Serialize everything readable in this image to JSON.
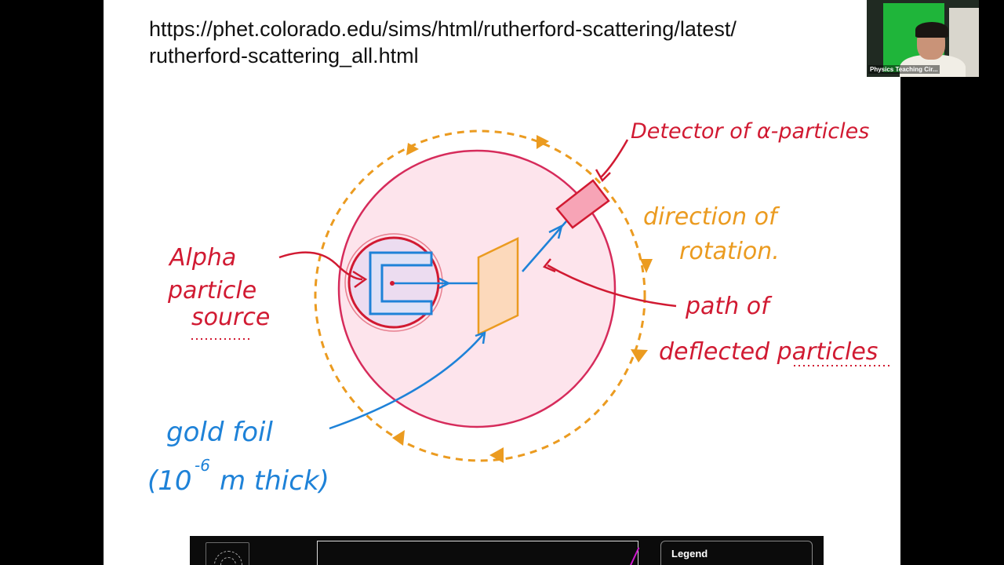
{
  "slide": {
    "url_line1": "https://phet.colorado.edu/sims/html/rutherford-scattering/latest/",
    "url_line2": "rutherford-scattering_all.html"
  },
  "annotations": {
    "detector": "Detector of α-particles",
    "direction_line1": "direction of",
    "direction_line2": "rotation.",
    "source_line1": "Alpha",
    "source_line2": "particle",
    "source_line3": "source",
    "path_line1": "path of",
    "path_line2": "deflected particles",
    "foil_line1": "gold foil",
    "foil_line2": "(10",
    "foil_exp": "-6",
    "foil_line3": "m thick)"
  },
  "colors": {
    "red_ink": "#d11a32",
    "orange_ink": "#eb9b20",
    "blue_ink": "#1e82d8",
    "circle_fill": "#fde4ec",
    "circle_stroke": "#d62b5b"
  },
  "sim": {
    "legend_title": "Legend"
  },
  "webcam": {
    "name": "Physics Teaching Cir..."
  }
}
